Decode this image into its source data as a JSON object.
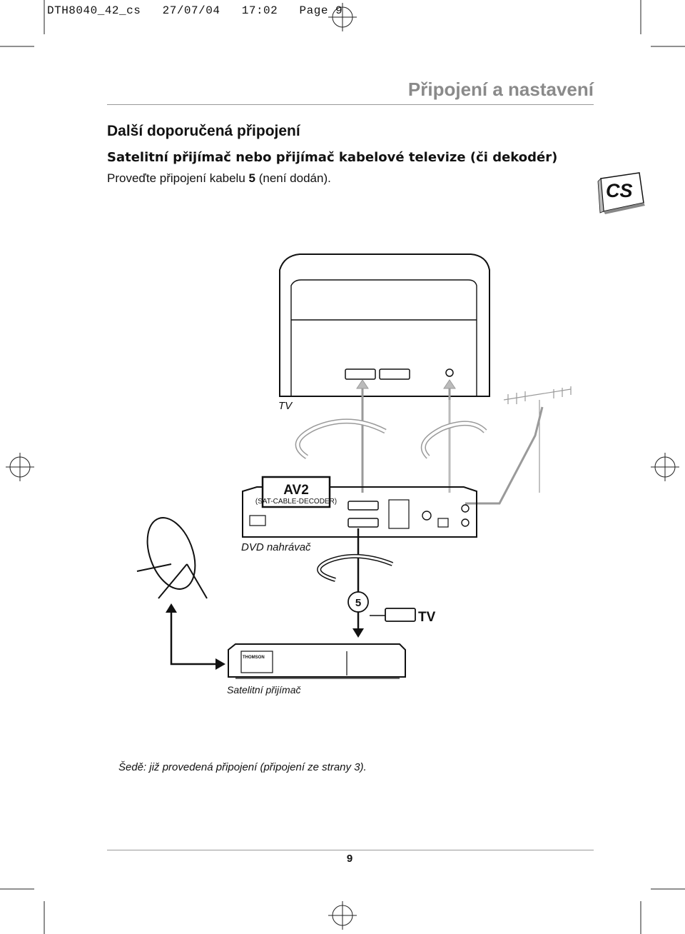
{
  "header": {
    "slug": "DTH8040_42_cs   27/07/04   17:02   Page 9",
    "section_title": "Připojení a nastavení"
  },
  "content": {
    "heading": "Další doporučená připojení",
    "subheading": "Satelitní přijímač nebo přijímač kabelové televize (či dekodér)",
    "instruction_pre": "Proveďte připojení kabelu ",
    "instruction_num": "5",
    "instruction_post": " (není dodán).",
    "language_badge": "CS"
  },
  "diagram": {
    "tv_label": "TV",
    "av2_label": "AV2",
    "av2_sub": "(SAT-CABLE-DECODER)",
    "recorder_label": "DVD nahrávač",
    "cable_number": "5",
    "tv_scart_label": "TV",
    "receiver_brand": "THOMSON",
    "receiver_label": "Satelitní přijímač",
    "colors": {
      "line": "#111111",
      "gray_cable": "#9a9a9a"
    }
  },
  "footer": {
    "note": "Šedě: již provedená připojení (připojení ze strany 3).",
    "page_number": "9"
  }
}
